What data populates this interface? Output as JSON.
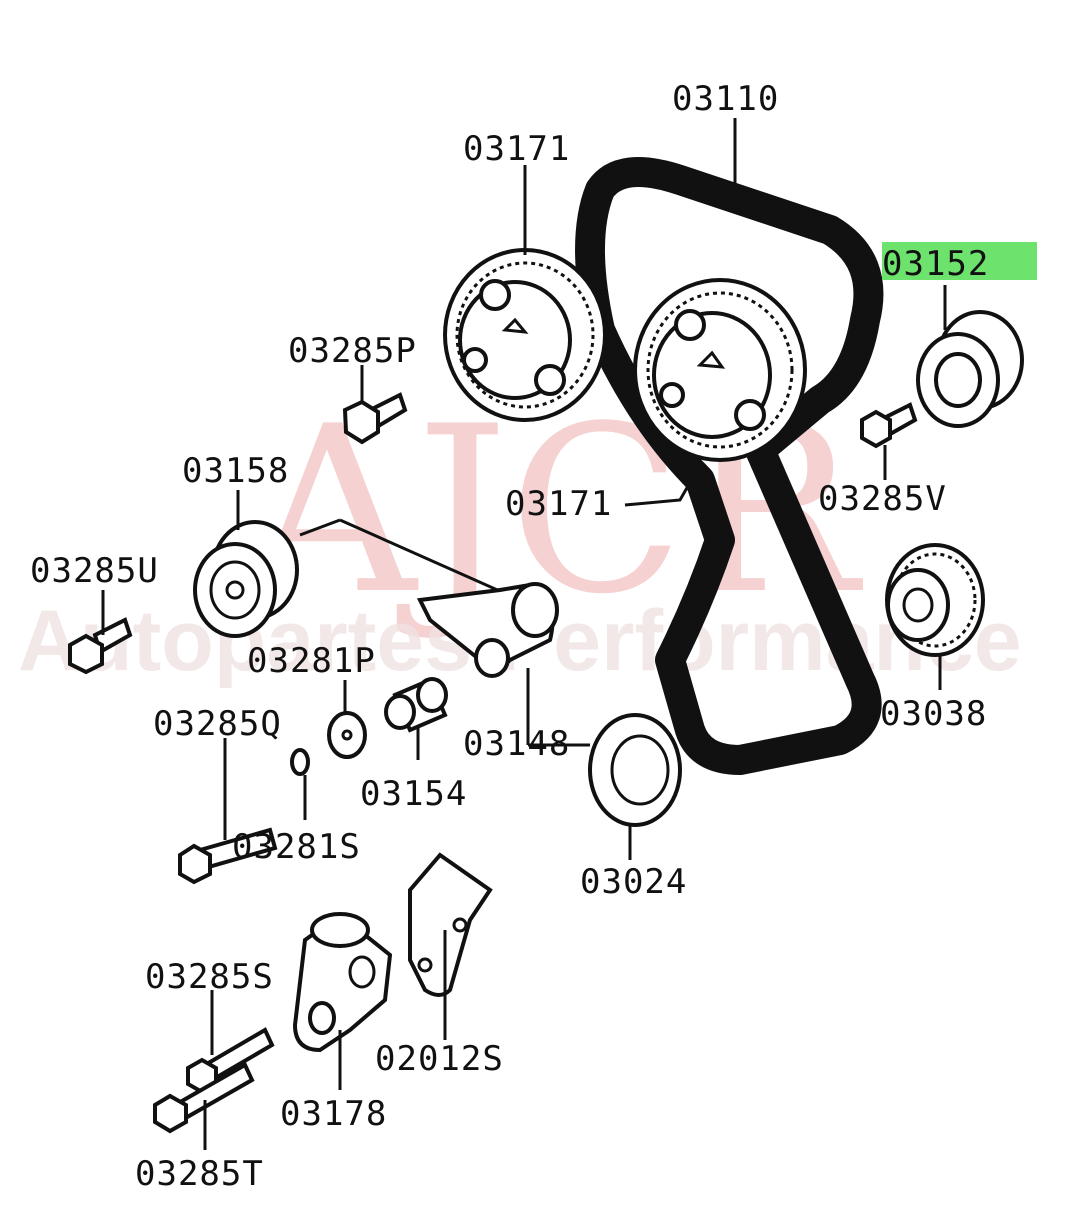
{
  "watermark": {
    "brand": "AJCR",
    "tagline": "Autopartes Performance"
  },
  "highlight_color": "#6de36d",
  "highlighted_part": "03152",
  "parts": {
    "p03110": "03110",
    "p03171_top": "03171",
    "p03152": "03152",
    "p03285P": "03285P",
    "p03158": "03158",
    "p03171_mid": "03171",
    "p03285V": "03285V",
    "p03285U": "03285U",
    "p03281P": "03281P",
    "p03038": "03038",
    "p03285Q": "03285Q",
    "p03148": "03148",
    "p03154": "03154",
    "p03281S": "03281S",
    "p03024": "03024",
    "p03285S": "03285S",
    "p02012S": "02012S",
    "p03178": "03178",
    "p03285T": "03285T"
  }
}
